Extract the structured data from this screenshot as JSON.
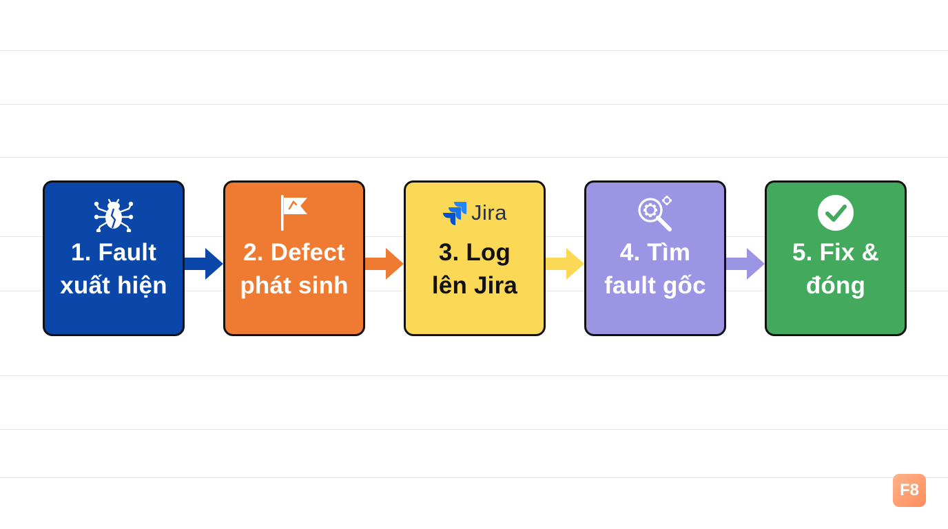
{
  "steps": [
    {
      "label_line1": "1. Fault",
      "label_line2": "xuất hiện",
      "icon": "bug-icon",
      "fill": "#0b47a8",
      "text_color": "#ffffff"
    },
    {
      "label_line1": "2. Defect",
      "label_line2": "phát sinh",
      "icon": "flag-icon",
      "fill": "#ef7a32",
      "text_color": "#ffffff"
    },
    {
      "label_line1": "3. Log",
      "label_line2": "lên Jira",
      "icon": "jira-logo-icon",
      "icon_text": "Jira",
      "fill": "#fcd857",
      "text_color": "#111111"
    },
    {
      "label_line1": "4. Tìm",
      "label_line2": "fault gốc",
      "icon": "gear-magnifier-icon",
      "fill": "#9b95e3",
      "text_color": "#ffffff"
    },
    {
      "label_line1": "5. Fix &",
      "label_line2": "đóng",
      "icon": "check-circle-icon",
      "fill": "#43a95c",
      "text_color": "#ffffff"
    }
  ],
  "arrows": [
    {
      "color": "#0b47a8"
    },
    {
      "color": "#ef7a32"
    },
    {
      "color": "#fcd857"
    },
    {
      "color": "#9b95e3"
    }
  ],
  "badge": {
    "text": "F8"
  }
}
